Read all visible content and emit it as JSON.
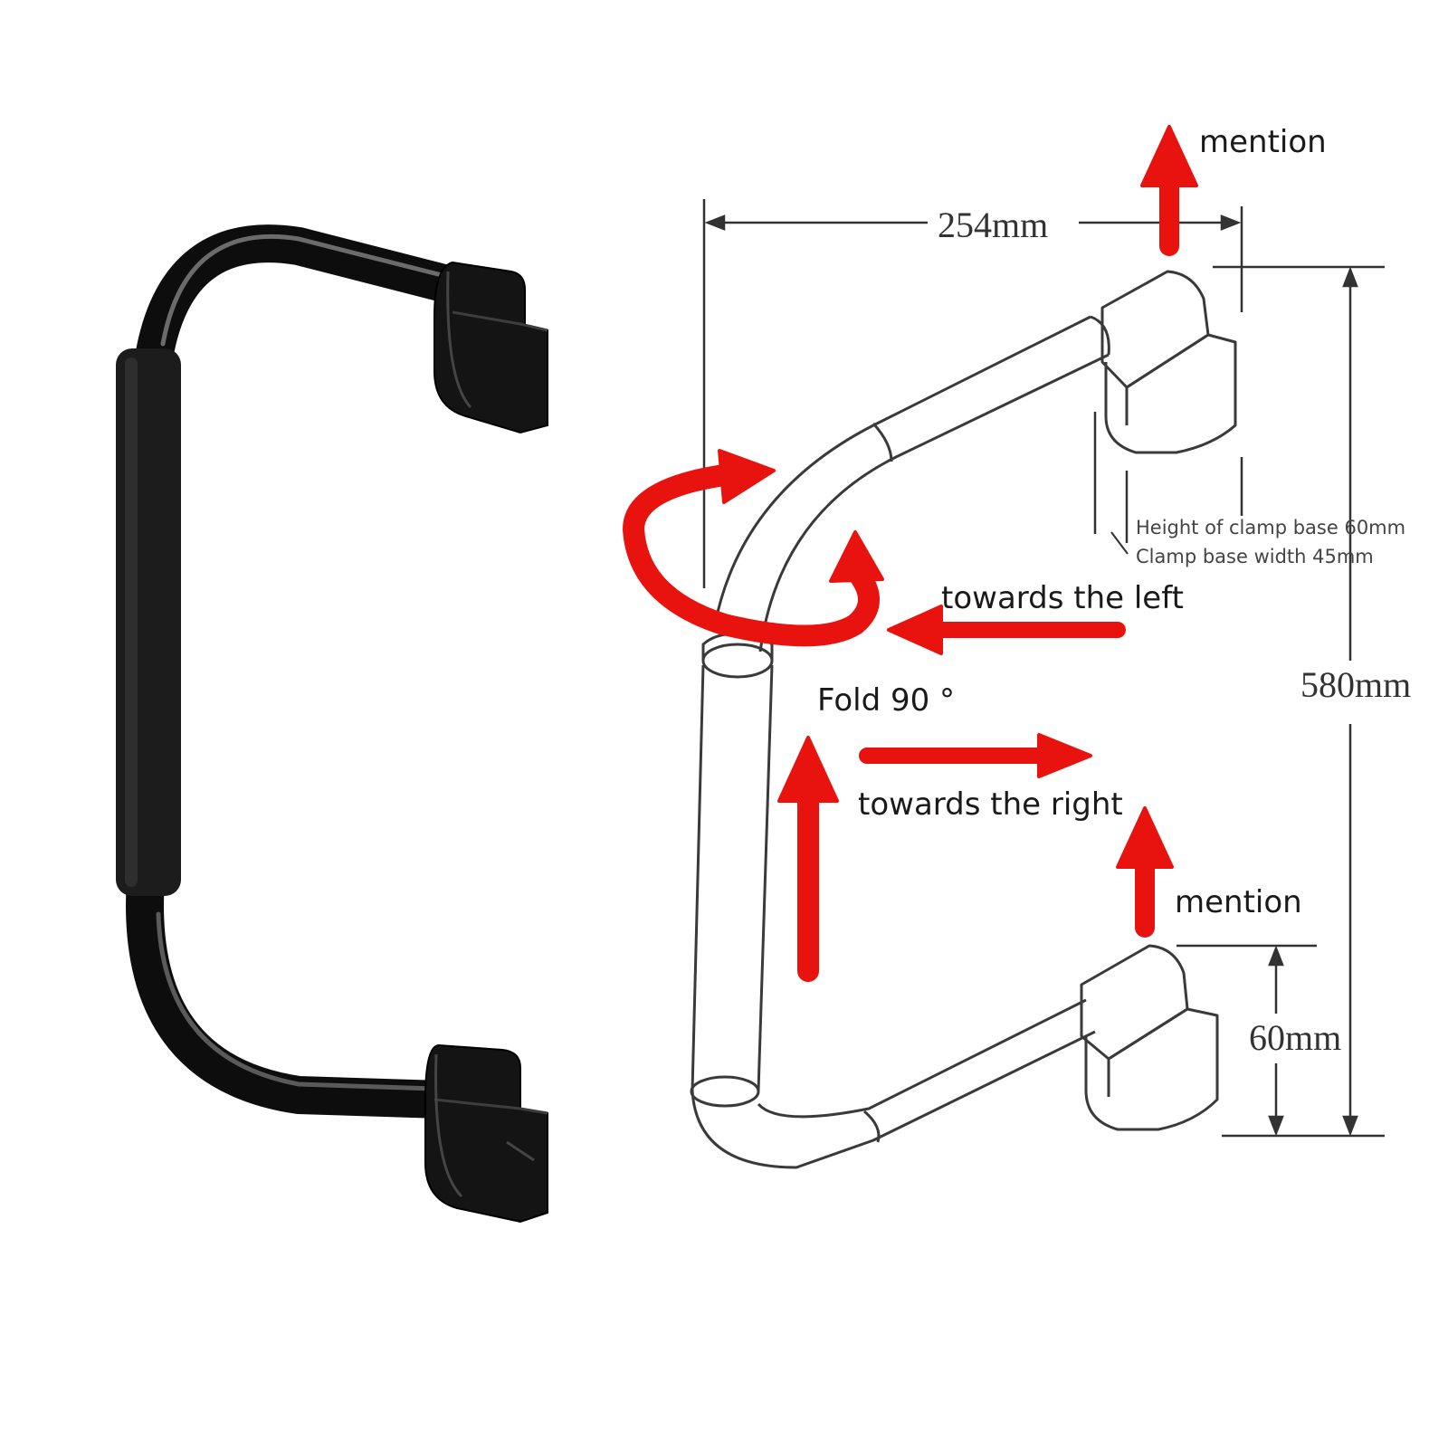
{
  "colors": {
    "arrow": "#e8130f",
    "handle": "#111111",
    "line_art": "#3a3a3a",
    "dimension_line": "#333333"
  },
  "labels": {
    "mention_top": "mention",
    "mention_bottom": "mention",
    "width": "254mm",
    "height": "580mm",
    "base_height": "60mm",
    "clamp_height": "Height of clamp base 60mm",
    "clamp_width": "Clamp base width 45mm",
    "towards_left": "towards the left",
    "towards_right": "towards the right",
    "fold": "Fold 90 °"
  }
}
